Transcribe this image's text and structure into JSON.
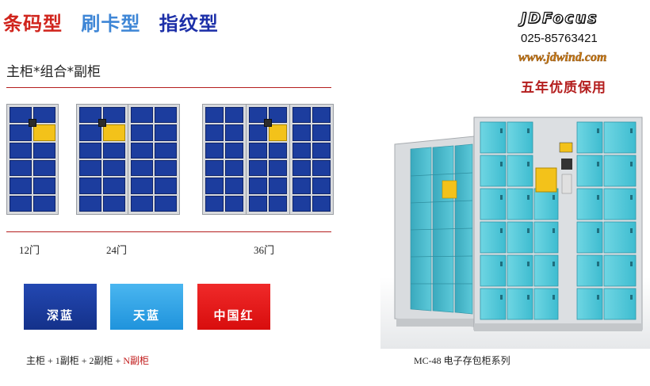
{
  "header": {
    "types": [
      {
        "label": "条码型",
        "color": "#d0241c"
      },
      {
        "label": "刷卡型",
        "color": "#3e86d6"
      },
      {
        "label": "指纹型",
        "color": "#1c2fa8"
      }
    ],
    "subtitle": "主柜*组合*副柜"
  },
  "brand": {
    "logo": "JDFocus",
    "phone": "025-85763421",
    "website": "www.jdwind.com",
    "warranty": "五年优质保用"
  },
  "sizes": [
    {
      "label": "12门"
    },
    {
      "label": "24门"
    },
    {
      "label": "36门"
    }
  ],
  "colors": [
    {
      "label": "深蓝",
      "hex": "#1c3d9e"
    },
    {
      "label": "天蓝",
      "hex": "#2ea3e6"
    },
    {
      "label": "中国红",
      "hex": "#e51616"
    }
  ],
  "combo": {
    "main": "主柜 + 1副柜 + 2副柜 + ",
    "highlight": "N副柜"
  },
  "product": {
    "caption": "MC-48 电子存包柜系列",
    "door_color": "#4ec7d8"
  }
}
